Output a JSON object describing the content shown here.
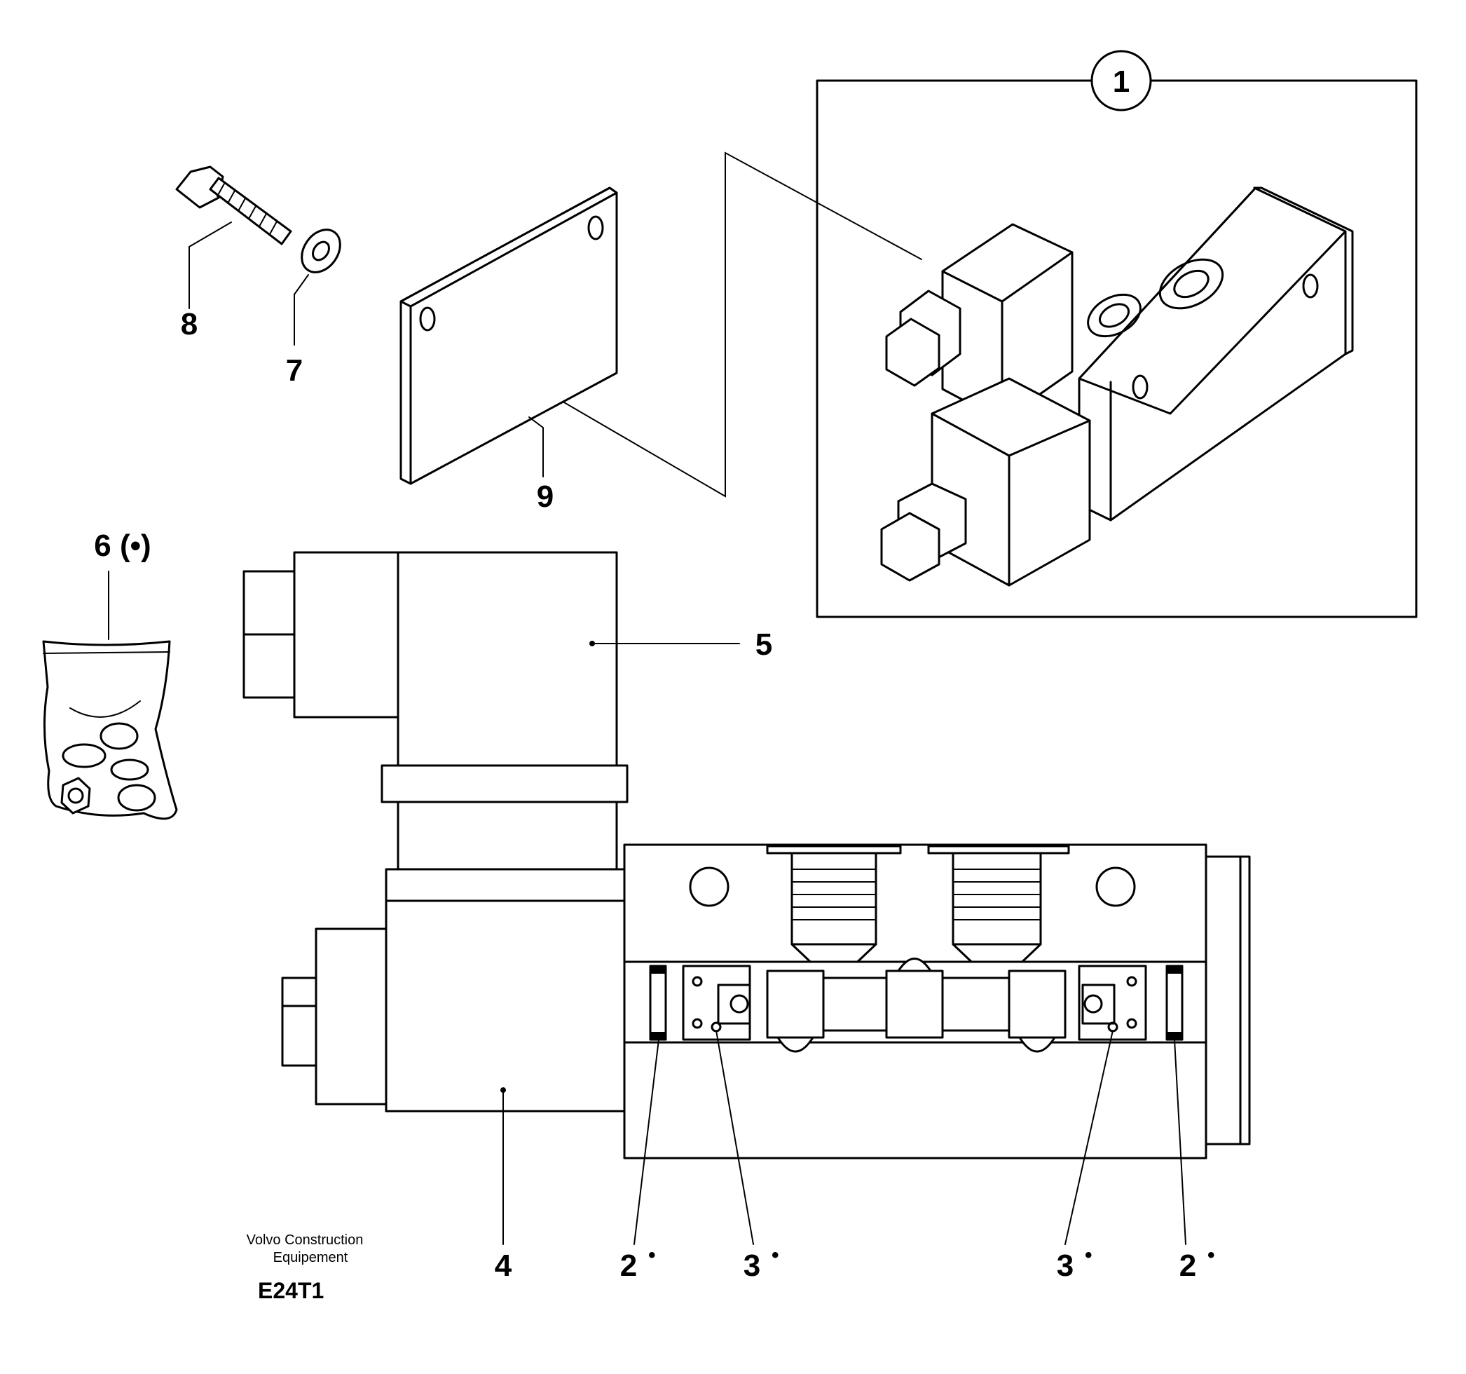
{
  "callouts": {
    "c1": "1",
    "c2_left": "2",
    "c2_right": "2",
    "c3_left": "3",
    "c3_right": "3",
    "c4": "4",
    "c5": "5",
    "c6": "6 (•)",
    "c7": "7",
    "c8": "8",
    "c9": "9"
  },
  "kit_mark": "•",
  "credit": {
    "line1": "Volvo Construction",
    "line2": "Equipement"
  },
  "figure_code": "E24T1"
}
